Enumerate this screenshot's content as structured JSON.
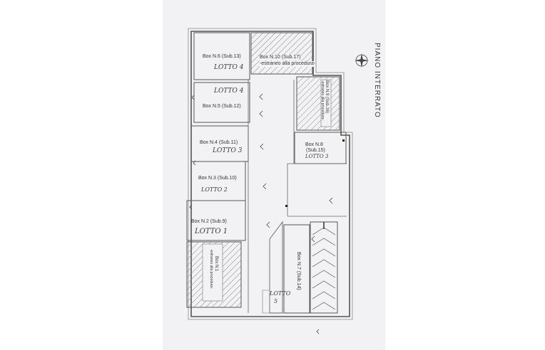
{
  "header": {
    "title": "PIANO INTERRATO"
  },
  "boxes": {
    "box6": {
      "name": "Box N.6 (Sub.13)",
      "lotto": "LOTTO 4"
    },
    "box10": {
      "name": "Box N.10 (Sub.17)",
      "note": "-estraneo alla procedura-"
    },
    "box5": {
      "name": "Box N.5 (Sub.12)",
      "lotto": "LOTTO 4"
    },
    "box9": {
      "name": "Box N.9 (Sub.16)",
      "note": "-estraneo alla procedura-"
    },
    "box4": {
      "name": "Box N.4 (Sub.11)",
      "lotto": "LOTTO 3"
    },
    "box8": {
      "name": "Box N.8",
      "sub": "(Sub.15)",
      "lotto": "LOTTO 3"
    },
    "box3": {
      "name": "Box N.3 (Sub.10)",
      "lotto": "LOTTO 2"
    },
    "box2": {
      "name": "Box N.2 (Sub.9)",
      "lotto": "LOTTO 1"
    },
    "box1": {
      "name": "Box N.1",
      "note": "-estraneo alla procedura-"
    },
    "box7": {
      "name": "Box N.7 (Sub.14)",
      "lotto_line1": "LOTTO",
      "lotto_line2": "5"
    }
  },
  "colors": {
    "paper": "#f2f2f4",
    "line": "#555555",
    "hatch": "#8a8a8a"
  },
  "icons": [
    "compass-rose-icon"
  ]
}
